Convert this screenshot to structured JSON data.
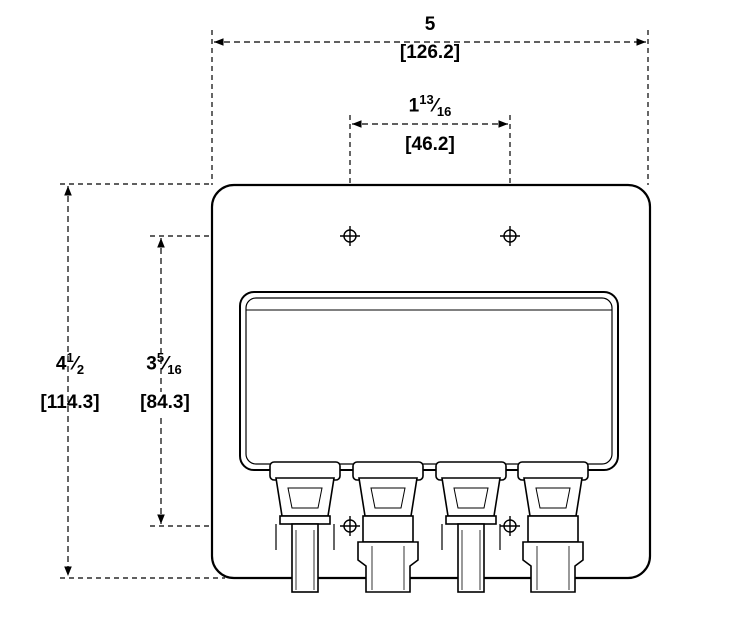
{
  "dimensions": {
    "width_top": {
      "imperial_whole": "5",
      "metric": "[126.2]"
    },
    "hole_spacing_horizontal": {
      "imperial_whole": "1",
      "imperial_num": "13",
      "imperial_den": "16",
      "metric": "[46.2]"
    },
    "height_overall": {
      "imperial_whole": "4",
      "imperial_num": "1",
      "imperial_den": "2",
      "metric": "[114.3]"
    },
    "hole_spacing_vertical": {
      "imperial_whole": "3",
      "imperial_num": "5",
      "imperial_den": "16",
      "metric": "[84.3]"
    }
  },
  "colors": {
    "line": "#000000",
    "background": "#ffffff"
  }
}
